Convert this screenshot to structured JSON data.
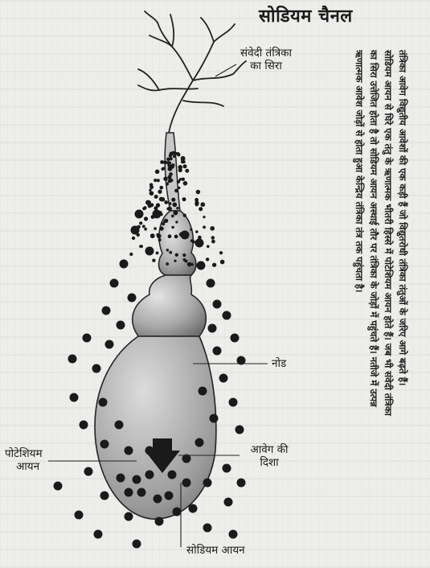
{
  "title": "सोडियम चैनल",
  "labels": {
    "nerve_end": [
      "संवेदी तंत्रिका",
      "का सिरा"
    ],
    "node": "नोड",
    "impulse": [
      "आवेग की",
      "दिशा"
    ],
    "potassium": [
      "पोटेशियम",
      "आयन"
    ],
    "sodium": "सोडियम आयन"
  },
  "body_lines": [
    "तंत्रिका आवेग विद्युतीय आवेशों की एक कड़ी हैं जो विद्युतरोधी तंत्रिका तंतुओं के जरिए आगे बढ़ते हैं।",
    "सोडियम आयन से घिरे एक तंतु के ऋणात्मक भीतरी हिस्से में पोटेशियम आयन होते हैं। जब भी संवेदी तंत्रिका",
    "का सिरा उत्तेजित होता है तो सोडियम आयन अस्थाई तौर पर तंत्रिका के जोड़ों में पहुंचते हैं। नतीजे में उत्पन्न",
    "ऋणात्मक आवेश जोड़ों से होता हुआ केन्द्रिय तंत्रिका तंत्र तक पहुंचता है।"
  ],
  "colors": {
    "ink": "#1b1b1b",
    "paper": "#ededeb",
    "cell": "#bdbdbd"
  }
}
